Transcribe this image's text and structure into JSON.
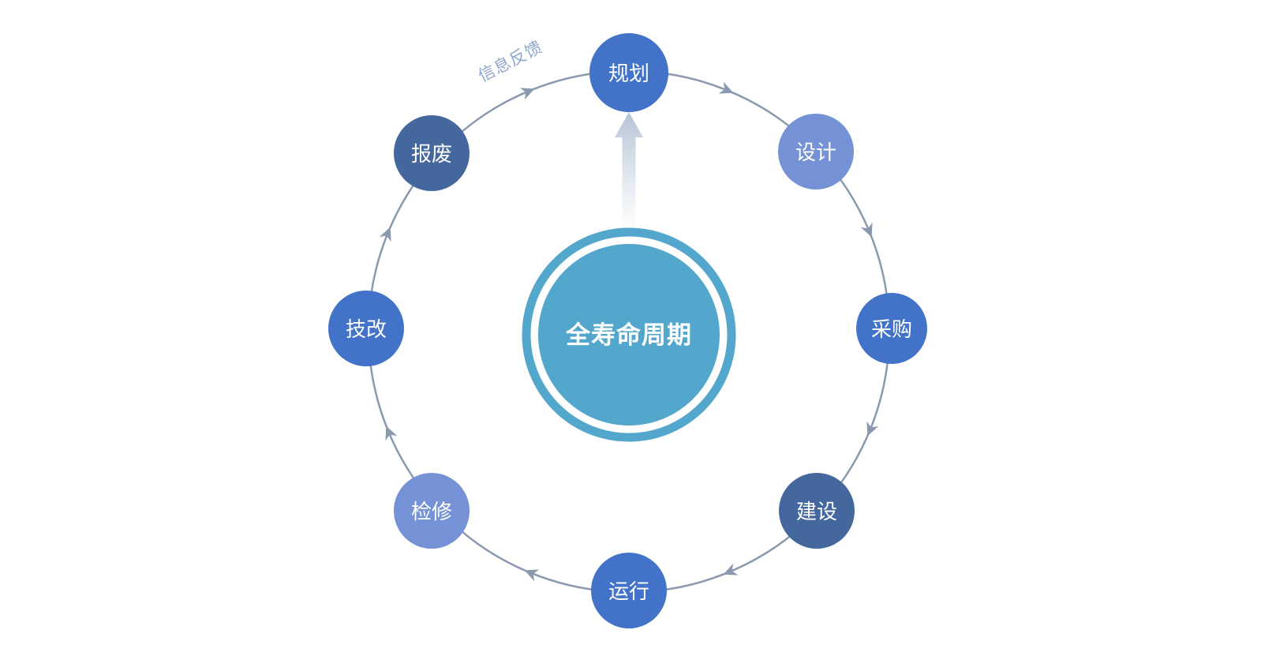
{
  "diagram": {
    "center": {
      "label": "全寿命周期",
      "color": "#54A7CC"
    },
    "feedback": {
      "label": "信息反馈",
      "color": "#8FA6CC"
    },
    "ring": {
      "color": "#8A99AD"
    },
    "nodes": [
      {
        "id": "planning",
        "label": "规划",
        "color": "#4273C8"
      },
      {
        "id": "design",
        "label": "设计",
        "color": "#7592D6"
      },
      {
        "id": "procurement",
        "label": "采购",
        "color": "#4273C8"
      },
      {
        "id": "construction",
        "label": "建设",
        "color": "#44689D"
      },
      {
        "id": "operation",
        "label": "运行",
        "color": "#4273C8"
      },
      {
        "id": "maintenance",
        "label": "检修",
        "color": "#7592D6"
      },
      {
        "id": "renovation",
        "label": "技改",
        "color": "#4273C8"
      },
      {
        "id": "scrap",
        "label": "报废",
        "color": "#44689D"
      }
    ]
  }
}
